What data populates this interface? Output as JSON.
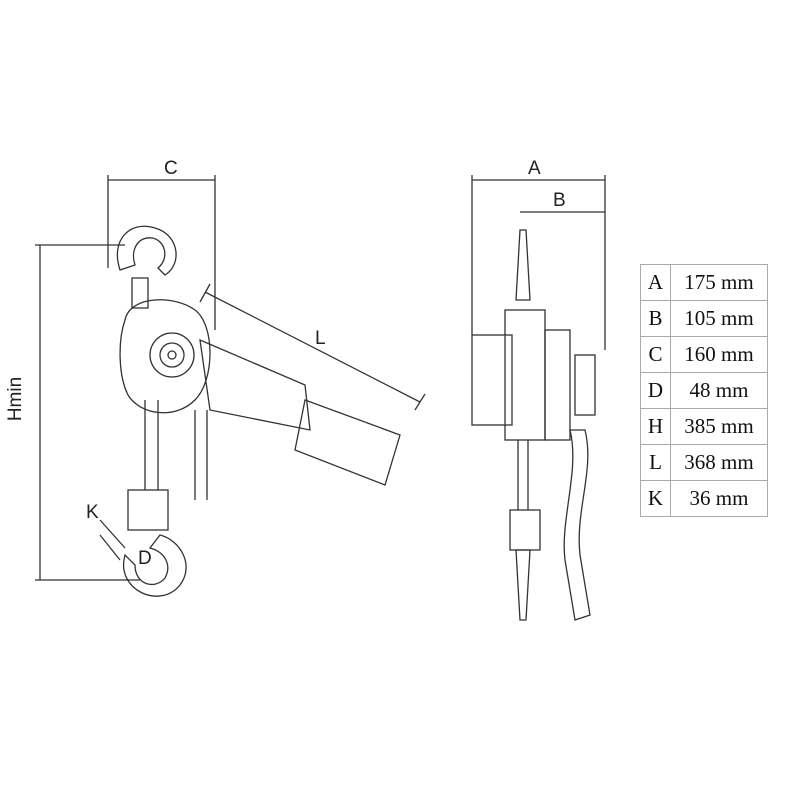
{
  "labels": {
    "A": "A",
    "B": "B",
    "C": "C",
    "L": "L",
    "K": "K",
    "D": "D",
    "Hmin": "Hmin"
  },
  "specs": [
    {
      "key": "A",
      "value": "175 mm"
    },
    {
      "key": "B",
      "value": "105 mm"
    },
    {
      "key": "C",
      "value": "160 mm"
    },
    {
      "key": "D",
      "value": "48 mm"
    },
    {
      "key": "H",
      "value": "385 mm"
    },
    {
      "key": "L",
      "value": "368 mm"
    },
    {
      "key": "K",
      "value": "36 mm"
    }
  ]
}
